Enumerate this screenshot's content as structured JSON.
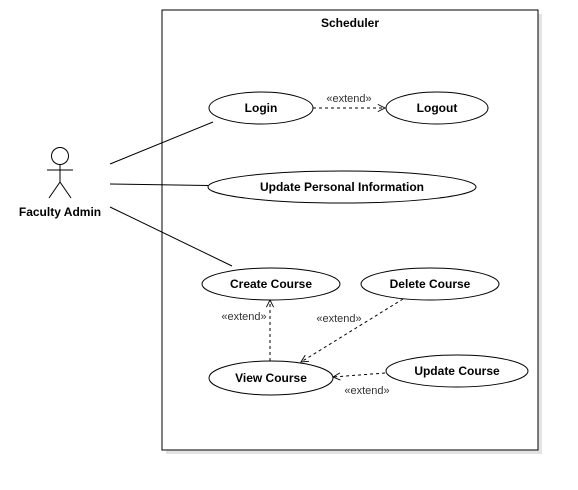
{
  "colors": {
    "stroke": "#000000",
    "background": "#ffffff",
    "shadow": "#e3e3e3",
    "text": "#000000"
  },
  "system": {
    "title": "Scheduler"
  },
  "actor": {
    "label": "Faculty Admin"
  },
  "use_cases": {
    "login": "Login",
    "logout": "Logout",
    "update_personal_information": "Update Personal Information",
    "create_course": "Create Course",
    "delete_course": "Delete Course",
    "view_course": "View Course",
    "update_course": "Update Course"
  },
  "relations": {
    "login_logout": "«extend»",
    "view_create": "«extend»",
    "delete_view": "«extend»",
    "update_view": "«extend»"
  }
}
